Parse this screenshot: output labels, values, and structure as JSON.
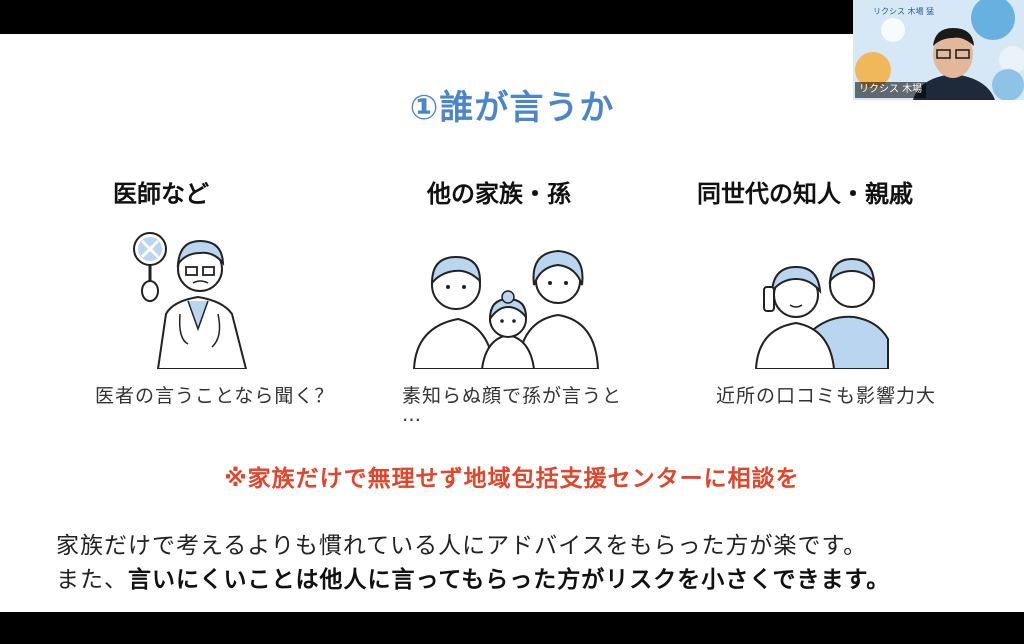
{
  "slide": {
    "title": "①誰が言うか",
    "columns": [
      {
        "heading": "医師など",
        "caption": "医者の言うことなら聞く？"
      },
      {
        "heading": "他の家族・孫",
        "caption_line1": "素知らぬ顔で孫が言うと",
        "caption_line2": "…"
      },
      {
        "heading": "同世代の知人・親戚",
        "caption": "近所の口コミも影響力大"
      }
    ],
    "warning": "※家族だけで無理せず地域包括支援センターに相談を",
    "body_line1": "家族だけで考えるよりも慣れている人にアドバイスをもらった方が楽です。",
    "body_line2_prefix": "また、",
    "body_line2_bold": "言いにくいことは他人に言ってもらった方がリスクを小さくできます。"
  },
  "webcam": {
    "participant_label": "リクシス 木場",
    "banner_text": "リクシス 木場 猛"
  },
  "colors": {
    "title": "#4a86c9",
    "warning": "#e2452a",
    "illustration_fill": "#b9d5ef"
  }
}
